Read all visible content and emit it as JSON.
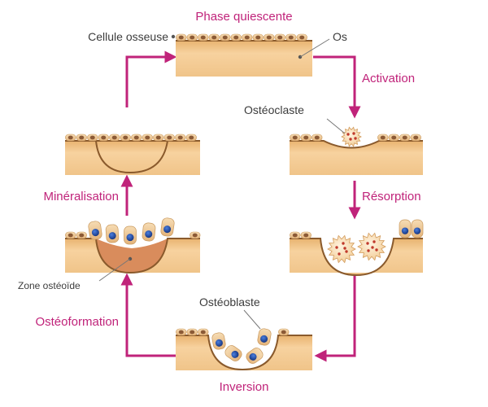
{
  "phases": {
    "quiescent": "Phase quiescente",
    "activation": "Activation",
    "resorption": "Résorption",
    "inversion": "Inversion",
    "osteoformation": "Ostéoformation",
    "mineralisation": "Minéralisation"
  },
  "labels": {
    "bone_cell": "Cellule osseuse",
    "bone": "Os",
    "osteoclast": "Ostéoclaste",
    "osteoblast": "Ostéoblaste",
    "osteoid_zone": "Zone ostéoïde"
  },
  "colors": {
    "cycle_arrow": "#c0237a",
    "bone_fill": "#f2c68c",
    "bone_edge": "#8a5a2c",
    "osteoid": "#d98c5c",
    "lining_cell": "#edc997",
    "nucleus_brown": "#8b5a36",
    "osteoblast_nucleus": "#1c3e8a",
    "osteoclast_dots": "#c0392b"
  }
}
